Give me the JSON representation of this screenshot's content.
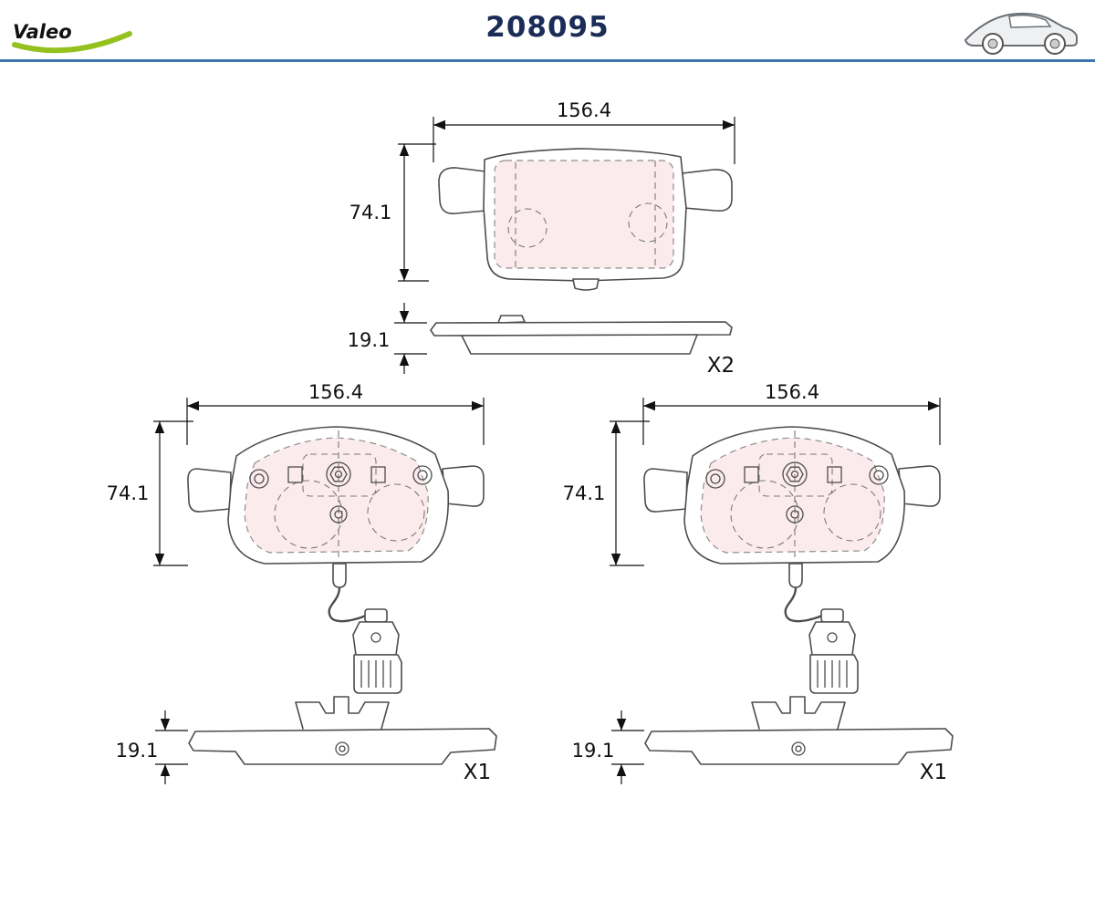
{
  "header": {
    "logo_text": "Valeo",
    "part_number": "208095"
  },
  "icons": {
    "logo": "valeo-logo",
    "car": "car-side-icon"
  },
  "colors": {
    "brand_blue": "#155caa",
    "logo_green": "#94c11e",
    "part_number_navy": "#1a2c57",
    "divider_blue": "#3c76ad",
    "pad_fill": "#fcebed",
    "outline_gray": "#4d4d4d",
    "dimension_black": "#111111"
  },
  "views": {
    "top_front": {
      "width": "156.4",
      "height": "74.1"
    },
    "top_profile": {
      "thickness": "19.1",
      "quantity": "X2"
    },
    "mid_left_front": {
      "width": "156.4",
      "height": "74.1"
    },
    "mid_right_front": {
      "width": "156.4",
      "height": "74.1"
    },
    "bottom_left_profile": {
      "thickness": "19.1",
      "quantity": "X1"
    },
    "bottom_right_profile": {
      "thickness": "19.1",
      "quantity": "X1"
    }
  }
}
